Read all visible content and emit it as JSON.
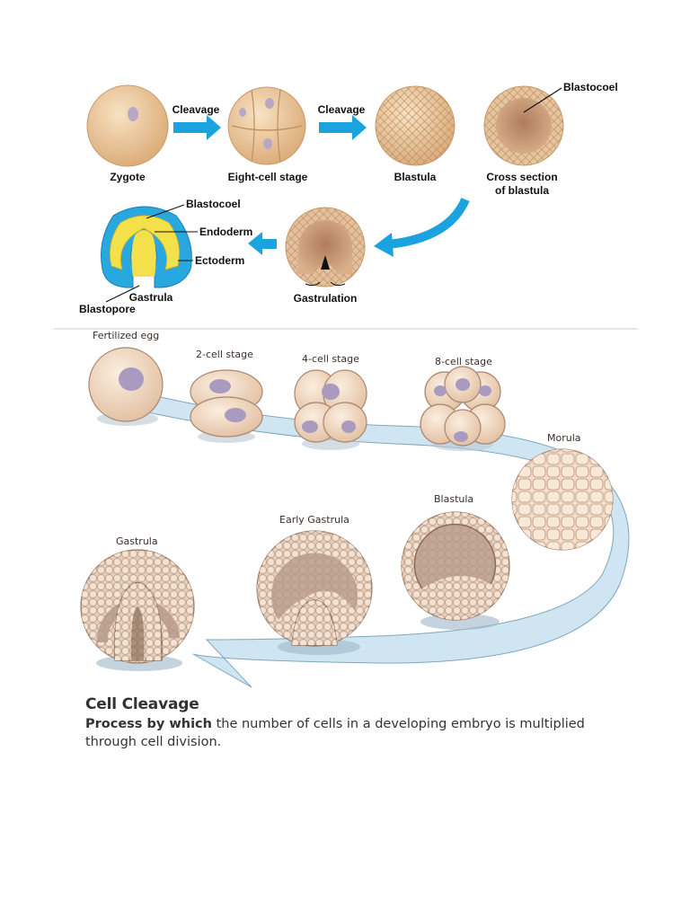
{
  "top_diagram": {
    "stages": {
      "zygote": "Zygote",
      "eight_cell": "Eight-cell stage",
      "blastula": "Blastula",
      "cross_section_line1": "Cross section",
      "cross_section_line2": "of blastula",
      "gastrulation": "Gastrulation",
      "gastrula": "Gastrula"
    },
    "arrows": {
      "cleavage_1": "Cleavage",
      "cleavage_2": "Cleavage"
    },
    "parts": {
      "blastocoel_top": "Blastocoel",
      "blastocoel_gastrula": "Blastocoel",
      "endoderm": "Endoderm",
      "ectoderm": "Ectoderm",
      "blastopore": "Blastopore"
    },
    "colors": {
      "arrow": "#1ba3e0",
      "egg": "#f1cfa4",
      "ectoderm": "#29a8e0",
      "endoderm": "#f4e04a"
    }
  },
  "bottom_diagram": {
    "stages": {
      "fertilized_egg": "Fertilized egg",
      "two_cell": "2-cell stage",
      "four_cell": "4-cell stage",
      "eight_cell": "8-cell stage",
      "morula": "Morula",
      "blastula": "Blastula",
      "early_gastrula": "Early Gastrula",
      "gastrula": "Gastrula"
    },
    "colors": {
      "path": "#cfe6f2",
      "cell": "#f3dcc6",
      "nucleus": "#a89bbf"
    }
  },
  "caption": {
    "title": "Cell Cleavage",
    "body_bold": "Process by which",
    "body_rest": " the number of cells in a developing embryo is multiplied through cell division."
  }
}
